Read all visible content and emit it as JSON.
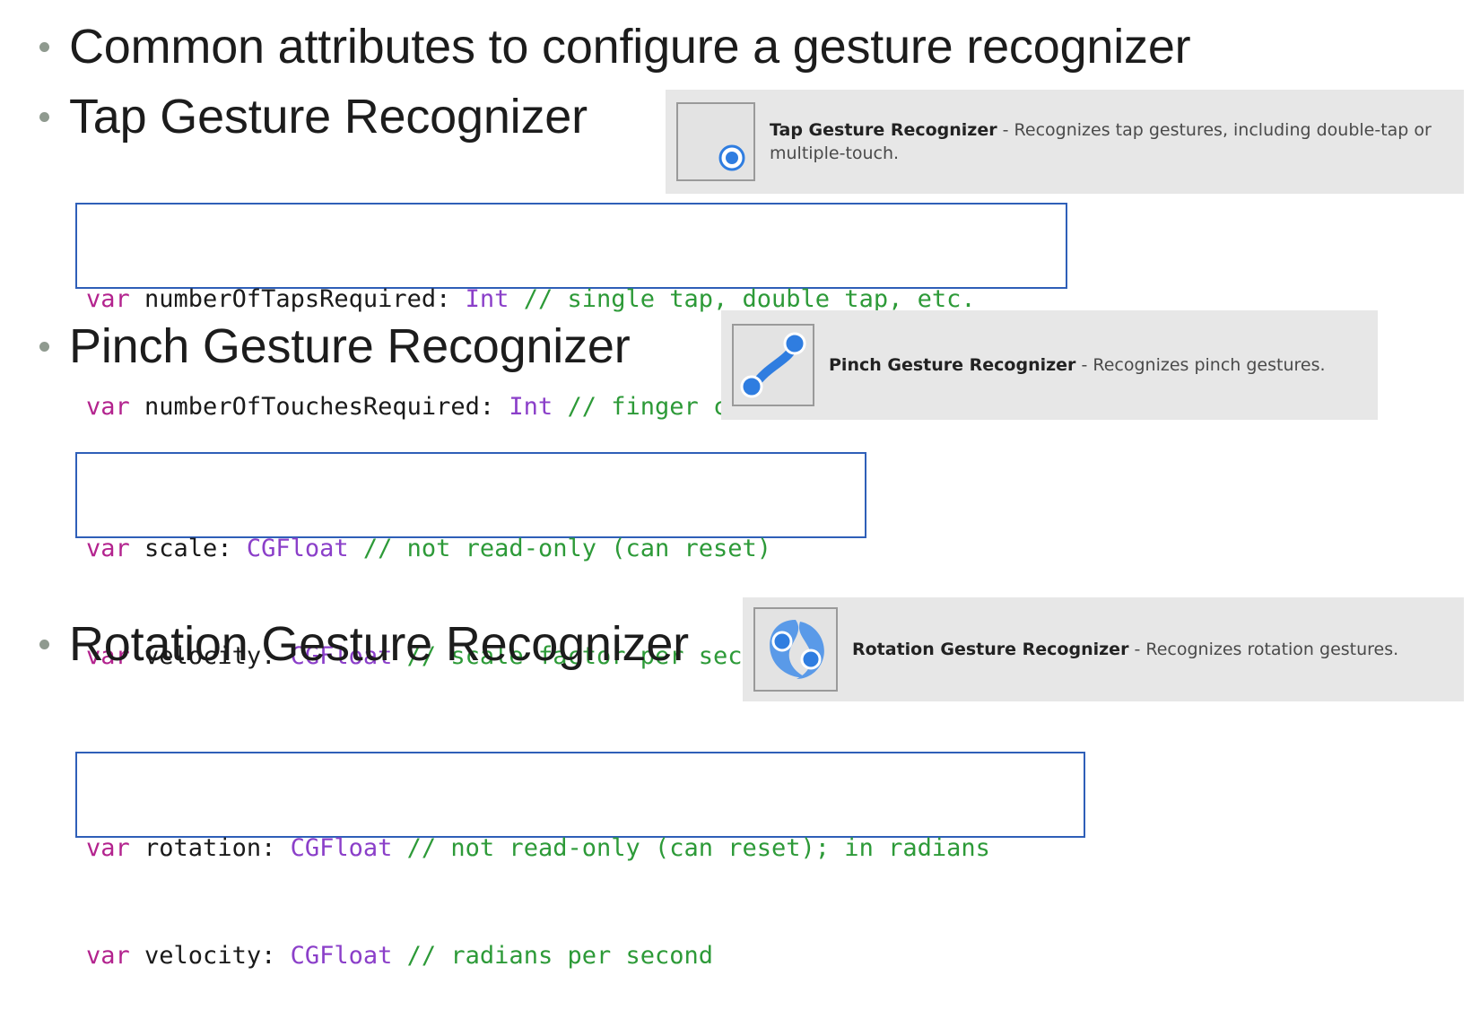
{
  "bullets": {
    "common": "Common attributes to configure a gesture recognizer",
    "tap": "Tap Gesture Recognizer",
    "pinch": "Pinch Gesture Recognizer",
    "rotation": "Rotation Gesture Recognizer"
  },
  "panels": {
    "tap": {
      "icon": "tap-gesture-icon",
      "title": "Tap Gesture Recognizer",
      "separator": " - ",
      "description": "Recognizes tap gestures, including double-tap or multiple-touch."
    },
    "pinch": {
      "icon": "pinch-gesture-icon",
      "title": "Pinch Gesture Recognizer",
      "separator": " - ",
      "description": "Recognizes pinch gestures."
    },
    "rotation": {
      "icon": "rotation-gesture-icon",
      "title": "Rotation Gesture Recognizer",
      "separator": " - ",
      "description": "Recognizes rotation gestures."
    }
  },
  "code": {
    "tap": [
      {
        "kw": "var",
        "name": " numberOfTapsRequired: ",
        "type": "Int",
        "comment": " // single tap, double tap, etc."
      },
      {
        "kw": "var",
        "name": " numberOfTouchesRequired: ",
        "type": "Int",
        "comment": " // finger count"
      }
    ],
    "pinch": [
      {
        "kw": "var",
        "name": " scale: ",
        "type": "CGFloat",
        "comment": " // not read-only (can reset)"
      },
      {
        "kw": "var",
        "name": " velocity: ",
        "type": "CGFloat",
        "comment": " // scale factor per second"
      }
    ],
    "rotation": [
      {
        "kw": "var",
        "name": " rotation: ",
        "type": "CGFloat",
        "comment": " // not read-only (can reset); in radians"
      },
      {
        "kw": "var",
        "name": " velocity: ",
        "type": "CGFloat",
        "comment": " // radians per second"
      }
    ]
  },
  "colors": {
    "keyword": "#b3238e",
    "type": "#8b3fc9",
    "comment": "#2d9a38",
    "code_border": "#2f5fb8",
    "icon_blue": "#2f7de0",
    "panel_bg": "#e7e7e7"
  }
}
